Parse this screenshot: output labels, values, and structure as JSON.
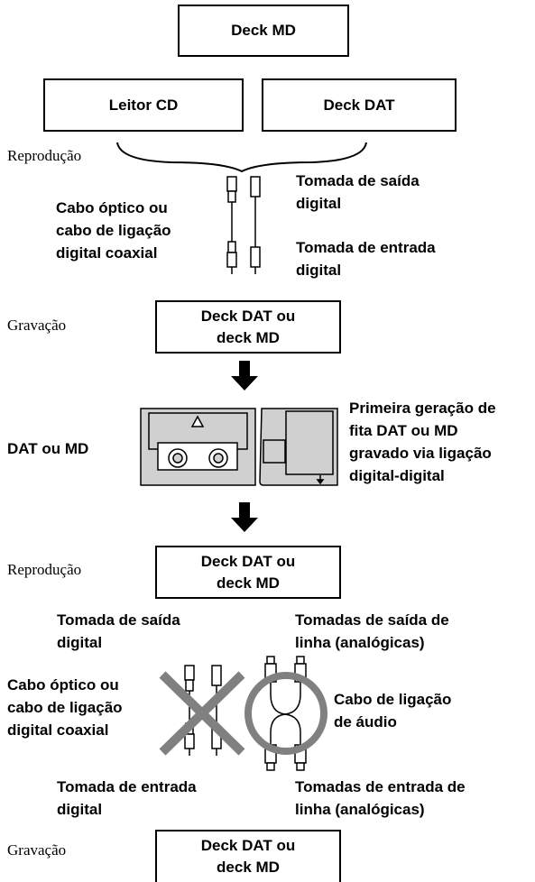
{
  "boxes": {
    "deck_md_top": "Deck MD",
    "leitor_cd": "Leitor CD",
    "deck_dat_top": "Deck DAT",
    "recorder_1_line1": "Deck DAT ou",
    "recorder_1_line2": "deck MD",
    "player_2_line1": "Deck DAT ou",
    "player_2_line2": "deck MD",
    "recorder_2_line1": "Deck DAT ou",
    "recorder_2_line2": "deck MD"
  },
  "side_labels": {
    "reproducao_1": "Reprodução",
    "gravacao_1": "Gravação",
    "reproducao_2": "Reprodução",
    "gravacao_2": "Gravação"
  },
  "section1": {
    "cable_left": [
      "Cabo óptico ou",
      "cabo de ligação",
      "digital coaxial"
    ],
    "out_jack": [
      "Tomada de saída",
      "digital"
    ],
    "in_jack": [
      "Tomada de entrada",
      "digital"
    ]
  },
  "media": {
    "left_label": "DAT ou MD",
    "right_label": [
      "Primeira geração de",
      "fita DAT ou MD",
      "gravado via ligação",
      "digital-digital"
    ]
  },
  "section2": {
    "out_jack_digital": [
      "Tomada de saída",
      "digital"
    ],
    "out_jack_line": [
      "Tomadas de saída de",
      "linha (analógicas)"
    ],
    "cable_left": [
      "Cabo óptico ou",
      "cabo de ligação",
      "digital coaxial"
    ],
    "audio_cable": [
      "Cabo de ligação",
      "de áudio"
    ],
    "in_jack_digital": [
      "Tomada de entrada",
      "digital"
    ],
    "in_jack_line": [
      "Tomadas de entrada de",
      "linha (analógicas)"
    ]
  },
  "colors": {
    "ink": "#000000",
    "grey_symbol": "#808080",
    "cassette_fill": "#d0d0d0"
  }
}
